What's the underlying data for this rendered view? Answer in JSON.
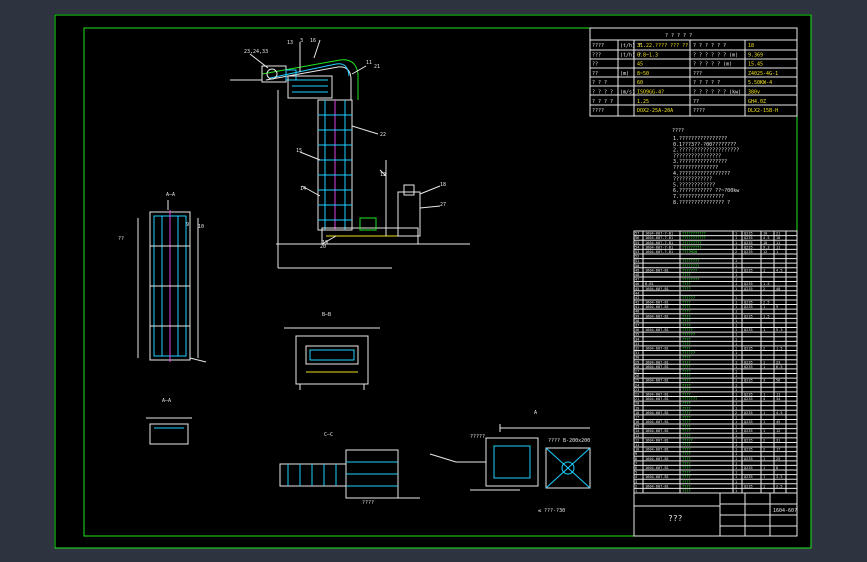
{
  "title_block": {
    "title": "? ? ? ? ?",
    "rows": [
      [
        "????",
        "(t/h) ?",
        "31.22.???? ??? ??",
        "? ? ? ? ? ?",
        "18"
      ],
      [
        "???",
        "(t/h) ?",
        "0.8~1.3",
        "? ? ? ? ? ? (m)",
        "9.369"
      ],
      [
        "??",
        "",
        "45",
        "? ? ? ? ? (m)",
        "15.45"
      ],
      [
        "??",
        "(m)",
        "8~50",
        "???",
        "Z4025-4G-1"
      ],
      [
        "? ? ?",
        "",
        "60",
        "? ? ? ? ?",
        "5.50KW-4"
      ],
      [
        "? ? ? ?",
        "(m/s)",
        "ISO9GG-4?",
        "? ? ? ? ? ? (kw)",
        "380v"
      ],
      [
        "? ? ? ?",
        "",
        "1.25",
        "??",
        "GH4.0Z"
      ],
      [
        "????",
        "",
        "DOX2-25A-20A",
        "????",
        "DLX2-15B-H"
      ]
    ]
  },
  "notes": {
    "heading": "????",
    "lines": [
      "1.????????????????",
      "  0.1???3??-?00????????",
      "2.????????????????????",
      "  ????????????????",
      "3.????????????????",
      "  ???????????????",
      "4.?????????????????",
      "  ?????????????",
      "5.????????????",
      "6.??????????? ??~?00kw",
      "7.???????????????",
      "8.??????????????? ?"
    ]
  },
  "parts": {
    "rows": [
      [
        "57",
        "1604-60?-?-B1",
        "???????????",
        "1",
        "Q235",
        "10",
        "21"
      ],
      [
        "56",
        "1604-60?-?-B1",
        "???????????",
        "1",
        "Q235",
        "4.5",
        "10"
      ],
      [
        "55",
        "1604-60?-?-B1",
        "?????????",
        "1",
        "Q235",
        "18",
        "11"
      ],
      [
        "54",
        "1604-60?-?-B1",
        "?????????",
        "1",
        "Q235",
        "9.3",
        "11"
      ],
      [
        "53",
        "1604-60?-?-B1",
        "????M20",
        "2",
        "Q235",
        "12",
        "1"
      ],
      [
        "52",
        "",
        "",
        "",
        "",
        "",
        ""
      ],
      [
        "51",
        "",
        "????????",
        "1",
        "",
        "",
        ""
      ],
      [
        "50",
        "",
        "????????",
        "1",
        "",
        "",
        ""
      ],
      [
        "49",
        "1604-60?-B1",
        "???????",
        "1",
        "Q235",
        "1",
        "4.5"
      ],
      [
        "48",
        "",
        "????",
        "1",
        "",
        "",
        ""
      ],
      [
        "47",
        "",
        "????????",
        "1",
        "",
        "",
        ""
      ],
      [
        "46",
        "B-B1",
        "????",
        "1",
        "Q235",
        "1.5",
        ""
      ],
      [
        "45",
        "1604-60?-B1",
        "????",
        "1",
        "Q235",
        "2",
        "40"
      ],
      [
        "44",
        "",
        "",
        "",
        "",
        "",
        ""
      ],
      [
        "43",
        "",
        "??????",
        "1",
        "",
        "",
        ""
      ],
      [
        "42",
        "1604-60?-B1",
        "????",
        "1",
        "Q235",
        "2.5",
        ""
      ],
      [
        "41",
        "1604-60?-B1",
        "????",
        "1",
        "Q235",
        "1",
        "9"
      ],
      [
        "40",
        "",
        "????",
        "1",
        "",
        "",
        ""
      ],
      [
        "39",
        "1604-60?-B1",
        "????",
        "1",
        "Q235",
        "1.5",
        ""
      ],
      [
        "38",
        "",
        "????",
        "1",
        "",
        "",
        ""
      ],
      [
        "37",
        "",
        "????",
        "1",
        "",
        "",
        ""
      ],
      [
        "36",
        "1604-60?-B1",
        "?????",
        "1",
        "Q235",
        "1",
        "5.3"
      ],
      [
        "35",
        "",
        "??????",
        "1",
        "",
        "",
        ""
      ],
      [
        "34",
        "",
        "????",
        "1",
        "",
        "",
        ""
      ],
      [
        "33",
        "",
        "????",
        "1",
        "",
        "",
        ""
      ],
      [
        "32",
        "1604-60?-B1",
        "????",
        "1",
        "Q235",
        "2",
        "1.5"
      ],
      [
        "31",
        "",
        "??????",
        "1",
        "",
        "",
        ""
      ],
      [
        "30",
        "",
        "????",
        "1",
        "",
        "",
        ""
      ],
      [
        "29",
        "1604-60?-B1",
        "????",
        "1",
        "Q235",
        "1",
        "23"
      ],
      [
        "28",
        "1604-60?-B1",
        "????",
        "1",
        "Q235",
        "1",
        "6.5"
      ],
      [
        "27",
        "",
        "????",
        "1",
        "",
        "",
        ""
      ],
      [
        "26",
        "",
        "????",
        "1",
        "",
        "",
        ""
      ],
      [
        "25",
        "1604-60?-B1",
        "????",
        "1",
        "Q235",
        "3",
        "56"
      ],
      [
        "24",
        "",
        "????",
        "1",
        "",
        "",
        ""
      ],
      [
        "23",
        "",
        "????",
        "1",
        "",
        "",
        ""
      ],
      [
        "22",
        "1604-60?-B1",
        "????",
        "1",
        "Q235",
        "1",
        "11"
      ],
      [
        "21",
        "1604-60?-B1",
        "???????",
        "1",
        "Q235",
        "4",
        "34"
      ],
      [
        "20",
        "",
        "????",
        "1",
        "",
        "",
        ""
      ],
      [
        "19",
        "",
        "????",
        "1",
        "",
        "",
        ""
      ],
      [
        "18",
        "1604-60?-B1",
        "????",
        "2",
        "Q235",
        "1",
        "4.5"
      ],
      [
        "17",
        "",
        "????",
        "1",
        "",
        "",
        ""
      ],
      [
        "16",
        "1604-60?-B1",
        "????",
        "1",
        "Q235",
        "1",
        "45"
      ],
      [
        "15",
        "",
        "????",
        "1",
        "",
        "",
        ""
      ],
      [
        "14",
        "1604-60?-B1",
        "????",
        "1",
        "Q235",
        "1",
        "12"
      ],
      [
        "13",
        "",
        "????",
        "1",
        "",
        "",
        ""
      ],
      [
        "12",
        "1604-60?-B1",
        "?????",
        "1",
        "Q235",
        "2",
        "31"
      ],
      [
        "11",
        "",
        "????",
        "1",
        "",
        "",
        ""
      ],
      [
        "10",
        "1604-60?-B1",
        "????",
        "1",
        "Q235",
        "2",
        "17"
      ],
      [
        "9",
        "",
        "????",
        "1",
        "",
        "",
        ""
      ],
      [
        "8",
        "1604-60?-B1",
        "????",
        "1",
        "Q235",
        "1",
        "25"
      ],
      [
        "7",
        "",
        "????",
        "1",
        "",
        "",
        ""
      ],
      [
        "6",
        "1604-60?-B1",
        "????",
        "1",
        "Q235",
        "1",
        "8"
      ],
      [
        "5",
        "",
        "????",
        "1",
        "",
        "",
        ""
      ],
      [
        "4",
        "1604-60?-B1",
        "????",
        "1",
        "Q235",
        "1",
        "3.5"
      ],
      [
        "3",
        "",
        "????",
        "1",
        "",
        "",
        ""
      ],
      [
        "2",
        "1604-60?-B1",
        "????",
        "1",
        "Q235",
        "1",
        "2.5"
      ],
      [
        "1",
        "",
        "????",
        "1",
        "",
        "",
        ""
      ]
    ],
    "drawing_title": "???",
    "corner_code": "1604-60?"
  },
  "views": {
    "section_aa": "A—A",
    "section_bb": "B—B",
    "section_cc": "C—C",
    "detail_a": "A",
    "label_plan": "??",
    "label_side": "????",
    "label_plate": "???? B-200x200",
    "label_beam": "≤ ???-?30",
    "label_pipe": "?????"
  },
  "callouts": [
    "23,24,33",
    "3",
    "13",
    "16",
    "11",
    "21",
    "22",
    "15",
    "10",
    "14",
    "18",
    "20",
    "19",
    "12",
    "27",
    "9"
  ]
}
